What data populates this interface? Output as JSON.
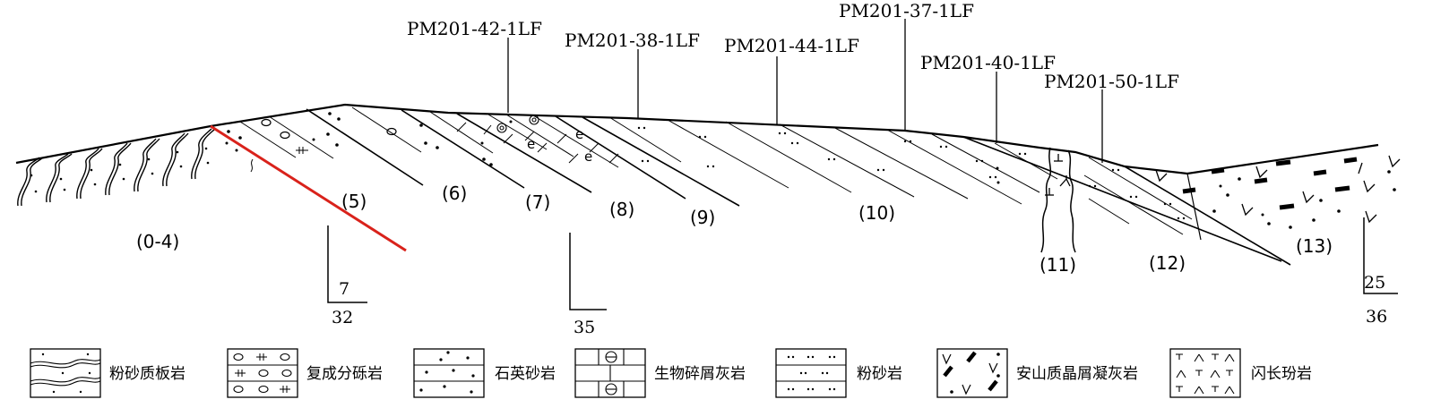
{
  "samples": [
    {
      "id": "PM201-42-1LF"
    },
    {
      "id": "PM201-38-1LF"
    },
    {
      "id": "PM201-44-1LF"
    },
    {
      "id": "PM201-37-1LF"
    },
    {
      "id": "PM201-40-1LF"
    },
    {
      "id": "PM201-50-1LF"
    }
  ],
  "layers": [
    "(0-4)",
    "(5)",
    "(6)",
    "(7)",
    "(8)",
    "(9)",
    "(10)",
    "(11)",
    "(12)",
    "(13)"
  ],
  "attitudes": [
    {
      "dip": "7",
      "strike": "32"
    },
    {
      "dip": "",
      "strike": "35"
    },
    {
      "dip": "25",
      "strike": "36"
    }
  ],
  "legend": [
    {
      "pattern": "silty-slate",
      "label": "粉砂质板岩"
    },
    {
      "pattern": "polymictic-conglomerate",
      "label": "复成分砾岩"
    },
    {
      "pattern": "quartz-sandstone",
      "label": "石英砂岩"
    },
    {
      "pattern": "bioclastic-limestone",
      "label": "生物碎屑灰岩"
    },
    {
      "pattern": "siltstone",
      "label": "粉砂岩"
    },
    {
      "pattern": "andesitic-crystal-tuff",
      "label": "安山质晶屑凝灰岩"
    },
    {
      "pattern": "diorite-porphyrite",
      "label": "闪长玢岩"
    }
  ],
  "colors": {
    "fault": "#d9221b",
    "ink": "#000000"
  }
}
